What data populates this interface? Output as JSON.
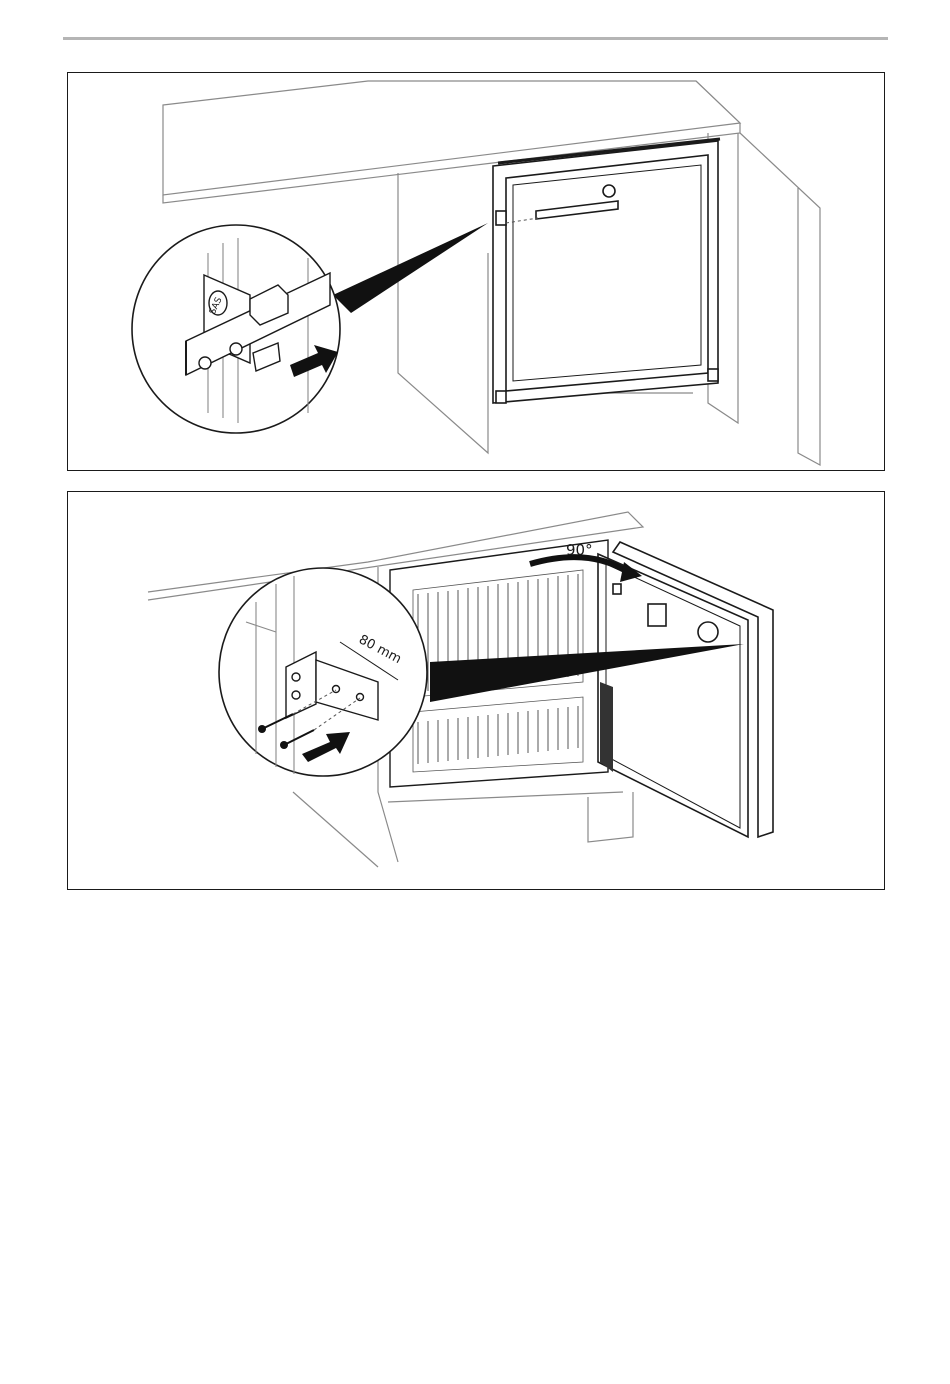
{
  "figures": [
    {
      "callouts": {
        "logo": "SAS"
      }
    },
    {
      "callouts": {
        "angle": "90°",
        "distance": "80 mm"
      }
    }
  ]
}
